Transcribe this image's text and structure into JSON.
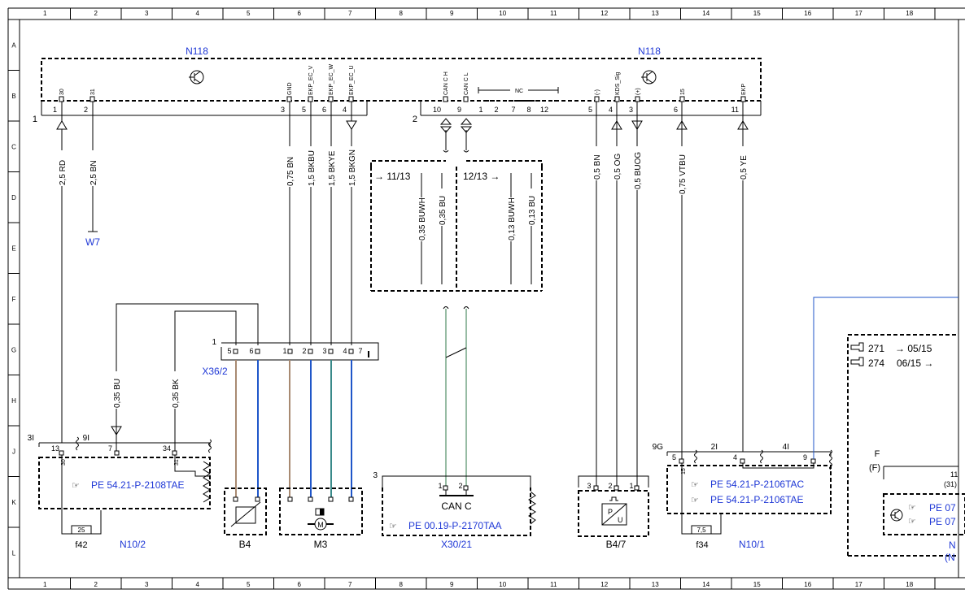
{
  "grid": {
    "columns": [
      "1",
      "2",
      "3",
      "4",
      "5",
      "6",
      "7",
      "8",
      "9",
      "10",
      "11",
      "12",
      "13",
      "14",
      "15",
      "16",
      "17",
      "18"
    ],
    "rows": [
      "A",
      "B",
      "C",
      "D",
      "E",
      "F",
      "G",
      "H",
      "J",
      "K",
      "L"
    ]
  },
  "components": {
    "n118_left": "N118",
    "n118_right": "N118",
    "n118_left_pins": [
      "1",
      "2",
      "3",
      "5",
      "6",
      "4"
    ],
    "n118_left_signals": [
      "30",
      "31",
      "GND",
      "EKP_EC_V",
      "EKP_EC_W",
      "EKP_EC_U"
    ],
    "n118_right_pins": [
      "10",
      "9",
      "1",
      "2",
      "7",
      "8",
      "12",
      "5",
      "4",
      "3",
      "6",
      "11"
    ],
    "n118_right_signals": [
      "CAN C H",
      "CAN C L",
      "NC",
      "(-)",
      "KDS_Sig",
      "(+)",
      "15",
      "EKP"
    ],
    "connector_left": "1",
    "connector_right": "2",
    "w7": "W7",
    "x36_2": "X36/2",
    "x36_num": "1",
    "x36_pins": [
      "5",
      "6",
      "1",
      "2",
      "3",
      "4",
      "7"
    ],
    "b4": "B4",
    "m3": "M3",
    "x30_21": "X30/21",
    "x30_num": "3",
    "x30_pins": [
      "1",
      "2"
    ],
    "x30_body": "CAN C",
    "x30_ref": "PE 00.19-P-2170TAA",
    "b4_7": "B4/7",
    "b4_7_pins": [
      "3",
      "2",
      "1"
    ],
    "n10_2": "N10/2",
    "n10_2_ref": "PE 54.21-P-2108TAE",
    "n10_2_terms": [
      "3I",
      "9I"
    ],
    "n10_2_pins": [
      "13",
      "7",
      "34"
    ],
    "n10_2_inner": [
      "30",
      "31"
    ],
    "f42": "f42",
    "f42_val": "25",
    "n10_1": "N10/1",
    "n10_1_ref1": "PE 54.21-P-2106TAC",
    "n10_1_ref2": "PE 54.21-P-2106TAE",
    "n10_1_terms": [
      "9G",
      "2I",
      "4I"
    ],
    "n10_1_pins": [
      "5",
      "4",
      "9"
    ],
    "n10_1_inner": "15",
    "f34": "f34",
    "f34_val": "7,5",
    "jump_left": "11/13",
    "jump_right": "12/13",
    "variant_1_code": "271",
    "variant_1_text": "05/15",
    "variant_2_code": "274",
    "variant_2_text": "06/15",
    "f_label": "F",
    "f_label2": "(F)",
    "f_pin": "11",
    "f_pin2": "(31)",
    "partial_ref": "PE 07",
    "partial_n": "N",
    "partial_n2": "(N"
  },
  "wires": {
    "w1": "2,5 RD",
    "w2": "2,5 BN",
    "w3": "0,75 BN",
    "w4": "1,5 BKBU",
    "w5": "1,5 BKYE",
    "w6": "1,5 BKGN",
    "w7": "0,35 BUWH",
    "w8": "0,35 BU",
    "w9": "0,13 BUWH",
    "w10": "0,13 BU",
    "w11": "0,5 BN",
    "w12": "0,5 OG",
    "w13": "0,5 BUOG",
    "w14": "0,75 VTBU",
    "w15": "0,5 YE",
    "w16": "0,35 BU",
    "w17": "0,35 BK"
  },
  "colors": {
    "label_blue": "#1f38d6",
    "wire_blue": "#1f56c9",
    "wire_brown": "#a88a72",
    "wire_green": "#2f7a4a",
    "wire_teal": "#3a8a8a"
  }
}
